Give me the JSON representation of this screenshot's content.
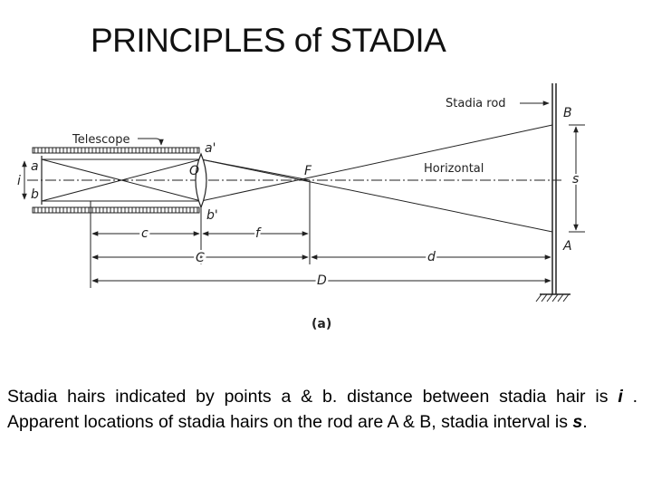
{
  "title": "PRINCIPLES of STADIA",
  "diagram": {
    "labels": {
      "stadia_rod": "Stadia rod",
      "telescope": "Telescope",
      "horizontal": "Horizontal",
      "a": "a",
      "b": "b",
      "i": "i",
      "a_prime": "a'",
      "b_prime": "b'",
      "O": "O",
      "F": "F",
      "B": "B",
      "A": "A",
      "s": "s",
      "c": "c",
      "f": "f",
      "C": "C",
      "d": "d",
      "D": "D",
      "figure": "(a)"
    }
  },
  "caption": {
    "part1": "Stadia hairs indicated by points a & b. distance between stadia hair is ",
    "i": "i",
    "part2": " . Apparent locations of stadia hairs on the rod are A & B, stadia interval is ",
    "s": "s",
    "part3": "."
  }
}
